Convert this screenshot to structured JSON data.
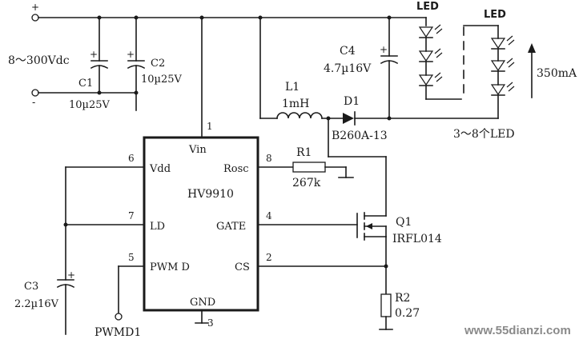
{
  "input": {
    "range": "8～300Vdc",
    "plus": "+",
    "minus": "-"
  },
  "c1": {
    "name": "C1",
    "value": "10µ25V"
  },
  "c2": {
    "name": "C2",
    "value": "10µ25V"
  },
  "c3": {
    "name": "C3",
    "value": "2.2µ16V"
  },
  "c4": {
    "name": "C4",
    "value": "4.7µ16V"
  },
  "l1": {
    "name": "L1",
    "value": "1mH"
  },
  "d1": {
    "name": "D1",
    "part": "B260A-13"
  },
  "r1": {
    "name": "R1",
    "value": "267k"
  },
  "r2": {
    "name": "R2",
    "value": "0.27"
  },
  "q1": {
    "name": "Q1",
    "part": "IRFL014"
  },
  "ic": {
    "name": "HV9910",
    "pins": {
      "vin": "Vin",
      "vdd": "Vdd",
      "ld": "LD",
      "pwmd": "PWM D",
      "rosc": "Rosc",
      "gate": "GATE",
      "cs": "CS",
      "gnd": "GND"
    },
    "pin_numbers": {
      "vin": "1",
      "vdd": "6",
      "ld": "7",
      "pwmd": "5",
      "rosc": "8",
      "gate": "4",
      "cs": "2",
      "gnd": "3"
    }
  },
  "pwm_input": "PWMD1",
  "led": {
    "label_left": "LED",
    "label_right": "LED",
    "count": "3～8个LED",
    "current": "350mA"
  },
  "watermark": "www.55dianzi.com"
}
